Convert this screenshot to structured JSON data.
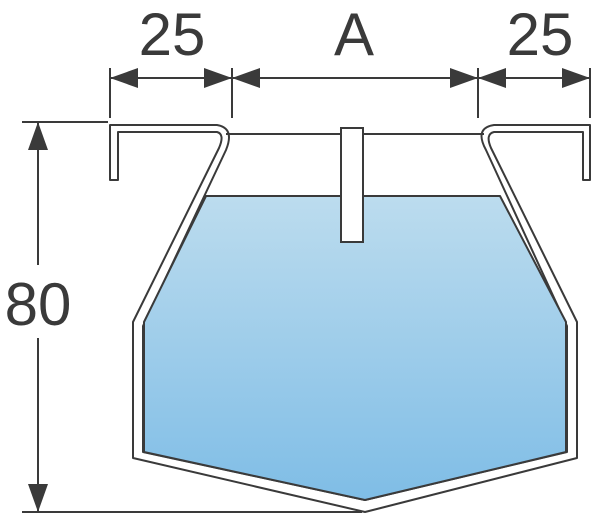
{
  "dimensions": {
    "top_left": "25",
    "top_middle": "A",
    "top_right": "25",
    "height": "80"
  },
  "colors": {
    "line": "#3a3a3a",
    "liquid_top": "#bcdcee",
    "liquid_bottom": "#7fbde6"
  }
}
